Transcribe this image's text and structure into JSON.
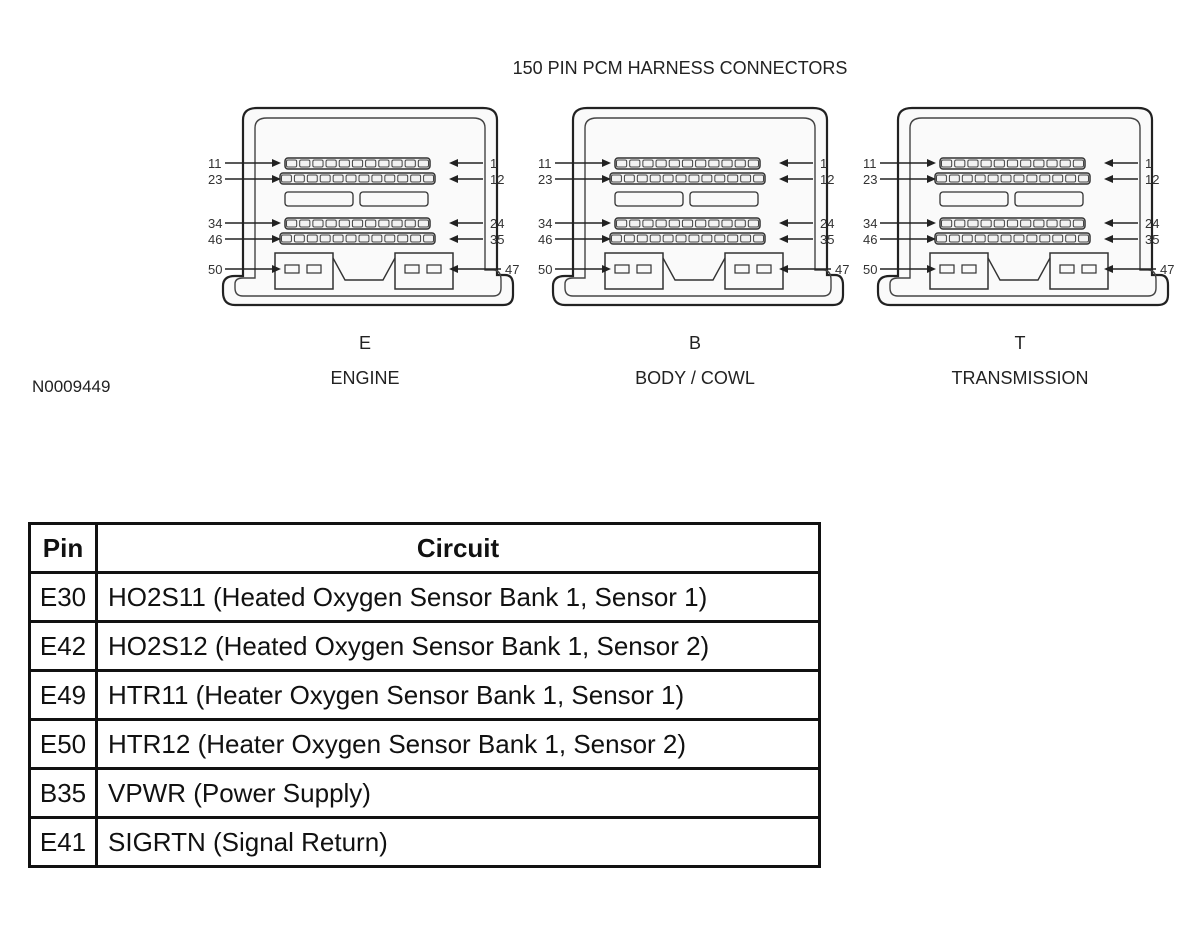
{
  "diagram": {
    "title": "150 PIN PCM HARNESS CONNECTORS",
    "figure_id": "N0009449",
    "pin_labels": {
      "row1_left": "11",
      "row1_right": "1",
      "row2_left": "23",
      "row2_right": "12",
      "row3_left": "34",
      "row3_right": "24",
      "row4_left": "46",
      "row4_right": "35",
      "bottom_left": "50",
      "bottom_right": "47"
    },
    "connectors": [
      {
        "letter": "E",
        "name": "ENGINE"
      },
      {
        "letter": "B",
        "name": "BODY / COWL"
      },
      {
        "letter": "T",
        "name": "TRANSMISSION"
      }
    ]
  },
  "table": {
    "headers": {
      "pin": "Pin",
      "circuit": "Circuit"
    },
    "rows": [
      {
        "pin": "E30",
        "circuit": "HO2S11 (Heated Oxygen Sensor Bank 1, Sensor 1)"
      },
      {
        "pin": "E42",
        "circuit": "HO2S12 (Heated Oxygen Sensor Bank 1, Sensor 2)"
      },
      {
        "pin": "E49",
        "circuit": "HTR11 (Heater Oxygen Sensor Bank 1, Sensor 1)"
      },
      {
        "pin": "E50",
        "circuit": "HTR12 (Heater Oxygen Sensor Bank 1, Sensor 2)"
      },
      {
        "pin": "B35",
        "circuit": "VPWR (Power Supply)"
      },
      {
        "pin": "E41",
        "circuit": "SIGRTN (Signal Return)"
      }
    ]
  }
}
